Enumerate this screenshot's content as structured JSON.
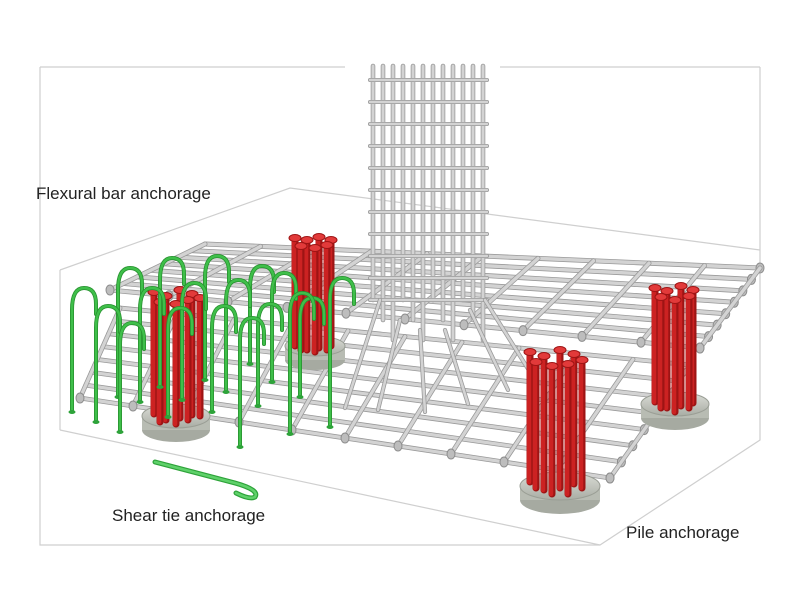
{
  "labels": {
    "flexural": "Flexural bar anchorage",
    "shear": "Shear tie anchorage",
    "pile": "Pile anchorage"
  },
  "colors": {
    "rebar": "#d3d3d3",
    "rebar_edge": "#9a9a9a",
    "pile_bar": "#cc2222",
    "pile_cap": "#c8cbc4",
    "shear_tie": "#3fbf4a",
    "box_edge": "#c9c9c9"
  }
}
